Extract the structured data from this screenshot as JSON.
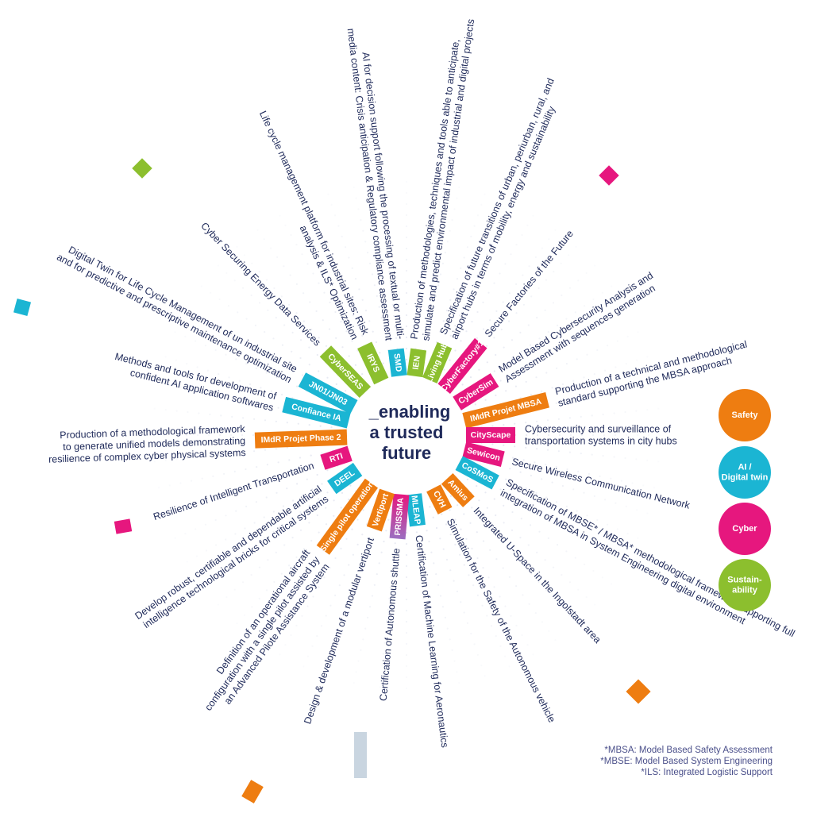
{
  "colors": {
    "safety": "#ee7d11",
    "ai": "#1bb5d3",
    "cyber": "#e6177e",
    "sustain": "#8cbf2e",
    "text": "#1f2a5a",
    "gradient": [
      "#e6177e",
      "#9b6fc1"
    ]
  },
  "center": {
    "line1": "_enabling",
    "line2": "a trusted",
    "line3": "future"
  },
  "legend": [
    {
      "name": "safety",
      "lines": [
        "Safety"
      ]
    },
    {
      "name": "ai",
      "lines": [
        "AI /",
        "Digital twin"
      ]
    },
    {
      "name": "cyber",
      "lines": [
        "Cyber"
      ]
    },
    {
      "name": "sustain",
      "lines": [
        "Sustain-",
        "ability"
      ]
    }
  ],
  "footnotes": [
    "*MBSA: Model Based Safety Assessment",
    "*MBSE: Model Based System Engineering",
    "*ILS: Integrated Logistic Support"
  ],
  "projects": [
    {
      "tag": "IMdR Projet MBSA",
      "cat": "safety",
      "desc": [
        "Production of a technical and methodological",
        "standard supporting the MBSA approach"
      ]
    },
    {
      "tag": "CityScape",
      "cat": "cyber",
      "desc": [
        "Cybersecurity and surveillance of",
        "transportation systems in city hubs"
      ]
    },
    {
      "tag": "Sewicon",
      "cat": "cyber",
      "desc": [
        "Secure Wireless Communication Network"
      ]
    },
    {
      "tag": "CoSMoS",
      "cat": "ai",
      "desc": [
        "Specification of MBSE* / MBSA* methodological framework supporting full",
        "integration of MBSA in System Engineering digital environment"
      ]
    },
    {
      "tag": "Amius",
      "cat": "safety",
      "desc": [
        "Integrated U-Space in the Ingolstadt area"
      ]
    },
    {
      "tag": "CVH",
      "cat": "safety",
      "desc": [
        "Simulation for the Safety of the Autonomous vehicle"
      ]
    },
    {
      "tag": "MLEAP",
      "cat": "ai",
      "desc": [
        "Certification of Machine Learning for Aeronautics"
      ]
    },
    {
      "tag": "PRISSMA",
      "cat": "gradient",
      "desc": [
        "Certification of Autonomous shuttle"
      ]
    },
    {
      "tag": "Vertiport",
      "cat": "safety",
      "desc": [
        "Design & development of a modular vertiport"
      ]
    },
    {
      "tag": "Single pilot operation",
      "cat": "safety",
      "desc": [
        "Definition of an operational aircraft",
        "configuration with a single pilot assisted by",
        "an Advanced Pilote Assistance System"
      ]
    },
    {
      "tag": "DEEL",
      "cat": "ai",
      "desc": [
        "Develop robust, certifiable and dependable artificial",
        "intelligence technological bricks for critical systems"
      ]
    },
    {
      "tag": "RTI",
      "cat": "cyber",
      "desc": [
        "Resilience of Intelligent Transportation"
      ]
    },
    {
      "tag": "IMdR Projet Phase 2",
      "cat": "safety",
      "desc": [
        "Production of a methodological framework",
        "to generate unified models demonstrating",
        "resilience of complex cyber physical systems"
      ]
    },
    {
      "tag": "Confiance IA",
      "cat": "ai",
      "desc": [
        "Methods and tools for development of",
        "confident AI application softwares"
      ]
    },
    {
      "tag": "JN01/JN03",
      "cat": "ai",
      "desc": [
        "Digital Twin for Life Cycle Management of un industrial site",
        "and for predictive and prescriptive maintenance optimization"
      ]
    },
    {
      "tag": "CyberSEAS",
      "cat": "sustain",
      "desc": [
        "Cyber Securing Energy Data Services"
      ]
    },
    {
      "tag": "IRYS",
      "cat": "sustain",
      "desc": [
        "Life cycle management platform for industrial sites: Risk",
        "analysis & ILS* Optimization"
      ]
    },
    {
      "tag": "SMD",
      "cat": "ai",
      "desc": [
        "AI for decision support following the processing of textual or multi-",
        "media content: Crisis anticipation & Regulatory compliance assessment"
      ]
    },
    {
      "tag": "IEN",
      "cat": "sustain",
      "desc": [
        "Production of methodologies, techniques and tools able to anticipate,",
        "simulate and predict environmental impact of industrial and digital projects"
      ]
    },
    {
      "tag": "Living Hub",
      "cat": "sustain",
      "desc": [
        "Specification of future transitions of urban, periurban, rural, and",
        "airport hubs in terms of mobility, energy and sustainability"
      ]
    },
    {
      "tag": "CyberFactory#1",
      "cat": "cyber",
      "desc": [
        "Secure Factories of the Future"
      ]
    },
    {
      "tag": "CyberSim",
      "cat": "cyber",
      "desc": [
        "Model Based Cybersecurity Analysis and",
        "Assessment with sequences generation"
      ]
    }
  ],
  "decor": [
    {
      "name": "decor-square-green",
      "color": "#8cbf2e"
    },
    {
      "name": "decor-square-magenta-top",
      "color": "#e6177e"
    },
    {
      "name": "decor-square-cyan",
      "color": "#1bb5d3"
    },
    {
      "name": "decor-square-magenta-left",
      "color": "#e6177e"
    },
    {
      "name": "decor-square-orange-right",
      "color": "#ee7d11"
    },
    {
      "name": "decor-square-orange-bottom",
      "color": "#ee7d11"
    },
    {
      "name": "decor-bar-grey",
      "color": "#c9d5e0"
    }
  ]
}
